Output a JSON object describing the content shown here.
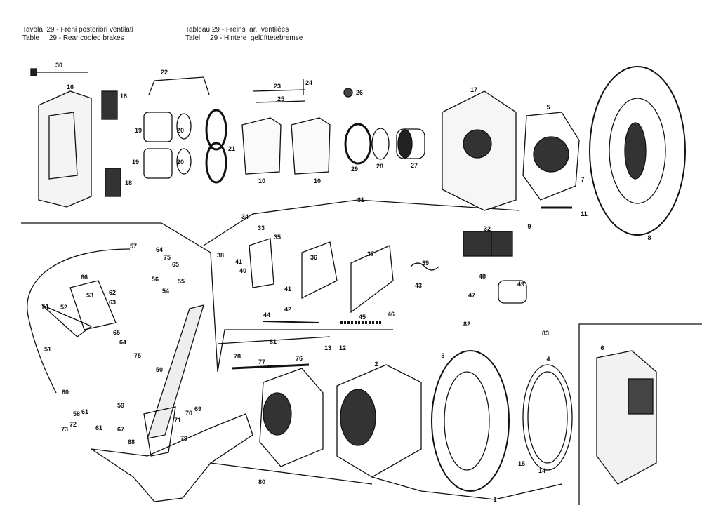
{
  "header": {
    "it": {
      "prefix": "Tavola",
      "num": "29",
      "title": "- Freni posteriori ventilati"
    },
    "en": {
      "prefix": "Table",
      "num": "29",
      "title": "- Rear cooled brakes"
    },
    "fr": {
      "prefix": "Tableau",
      "num": "29",
      "title": "- Freins  ar.  ventilées"
    },
    "de": {
      "prefix": "Tafel",
      "num": "29",
      "title": "- Hintere  gelüfttetebremse"
    }
  },
  "part_labels": [
    "30",
    "16",
    "18",
    "22",
    "24",
    "23",
    "25",
    "26",
    "17",
    "5",
    "19",
    "20",
    "21",
    "19",
    "20",
    "18",
    "10",
    "10",
    "29",
    "28",
    "27",
    "7",
    "11",
    "31",
    "8",
    "34",
    "33",
    "35",
    "32",
    "9",
    "57",
    "64",
    "75",
    "65",
    "55",
    "54",
    "38",
    "41",
    "40",
    "36",
    "37",
    "39",
    "66",
    "56",
    "53",
    "62",
    "63",
    "52",
    "74",
    "48",
    "43",
    "47",
    "49",
    "41",
    "42",
    "44",
    "45",
    "46",
    "82",
    "83",
    "6",
    "65",
    "64",
    "75",
    "51",
    "81",
    "13",
    "12",
    "2",
    "3",
    "4",
    "78",
    "77",
    "76",
    "50",
    "60",
    "59",
    "58",
    "61",
    "72",
    "73",
    "61",
    "67",
    "68",
    "71",
    "70",
    "69",
    "79",
    "15",
    "14",
    "80",
    "1"
  ]
}
